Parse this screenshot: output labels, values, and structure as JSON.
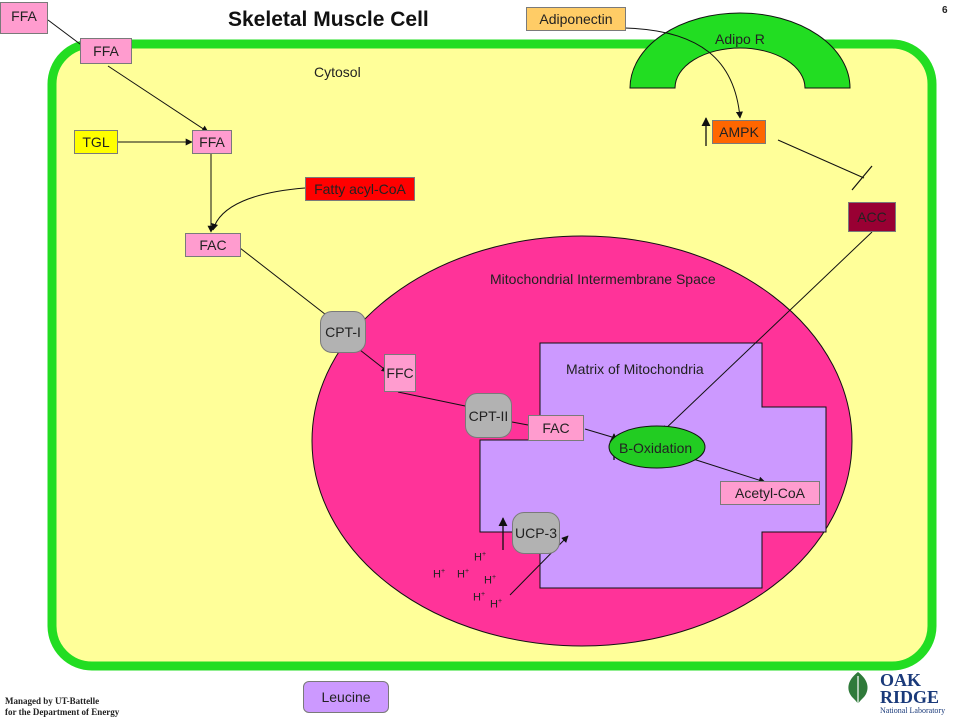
{
  "title": "Skeletal Muscle Cell",
  "slide_number": "6",
  "regions": {
    "cytosol": "Cytosol",
    "adipo_r": "Adipo R",
    "intermembrane": "Mitochondrial Intermembrane Space",
    "matrix": "Matrix of Mitochondria"
  },
  "nodes": {
    "ffa_outside": "FFA",
    "ffa_membrane": "FFA",
    "tgl": "TGL",
    "ffa_cytosol": "FFA",
    "fatty_acyl_coa": "Fatty acyl-CoA",
    "fac_cytosol": "FAC",
    "cpt1": "CPT-I",
    "ffc": "FFC",
    "cpt2": "CPT-II",
    "fac_matrix": "FAC",
    "b_oxidation": "B-Oxidation",
    "acetyl_coa": "Acetyl-CoA",
    "ucp3": "UCP-3",
    "adiponectin": "Adiponectin",
    "ampk": "AMPK",
    "acc": "ACC",
    "leucine": "Leucine"
  },
  "proton_label": "H",
  "proton_superscript": "+",
  "colors": {
    "cell_border": "#22dd22",
    "cytosol": "#ffff99",
    "mitochondrion": "#ff3399",
    "matrix": "#cc99ff",
    "ffa": "#ff9ccf",
    "tgl": "#ffff00",
    "fatty_acyl_coa": "#ff0000",
    "adiponectin": "#ffcc66",
    "ampk": "#ff6600",
    "acc": "#990033",
    "cpt": "#b2b2b2",
    "b_oxidation": "#22cc22",
    "leucine": "#cc99ff"
  },
  "footer": {
    "line1": "Managed by UT-Battelle",
    "line2": "for the Department of Energy"
  },
  "logo": {
    "word1": "OAK",
    "word2": "RIDGE",
    "tagline": "National Laboratory"
  }
}
